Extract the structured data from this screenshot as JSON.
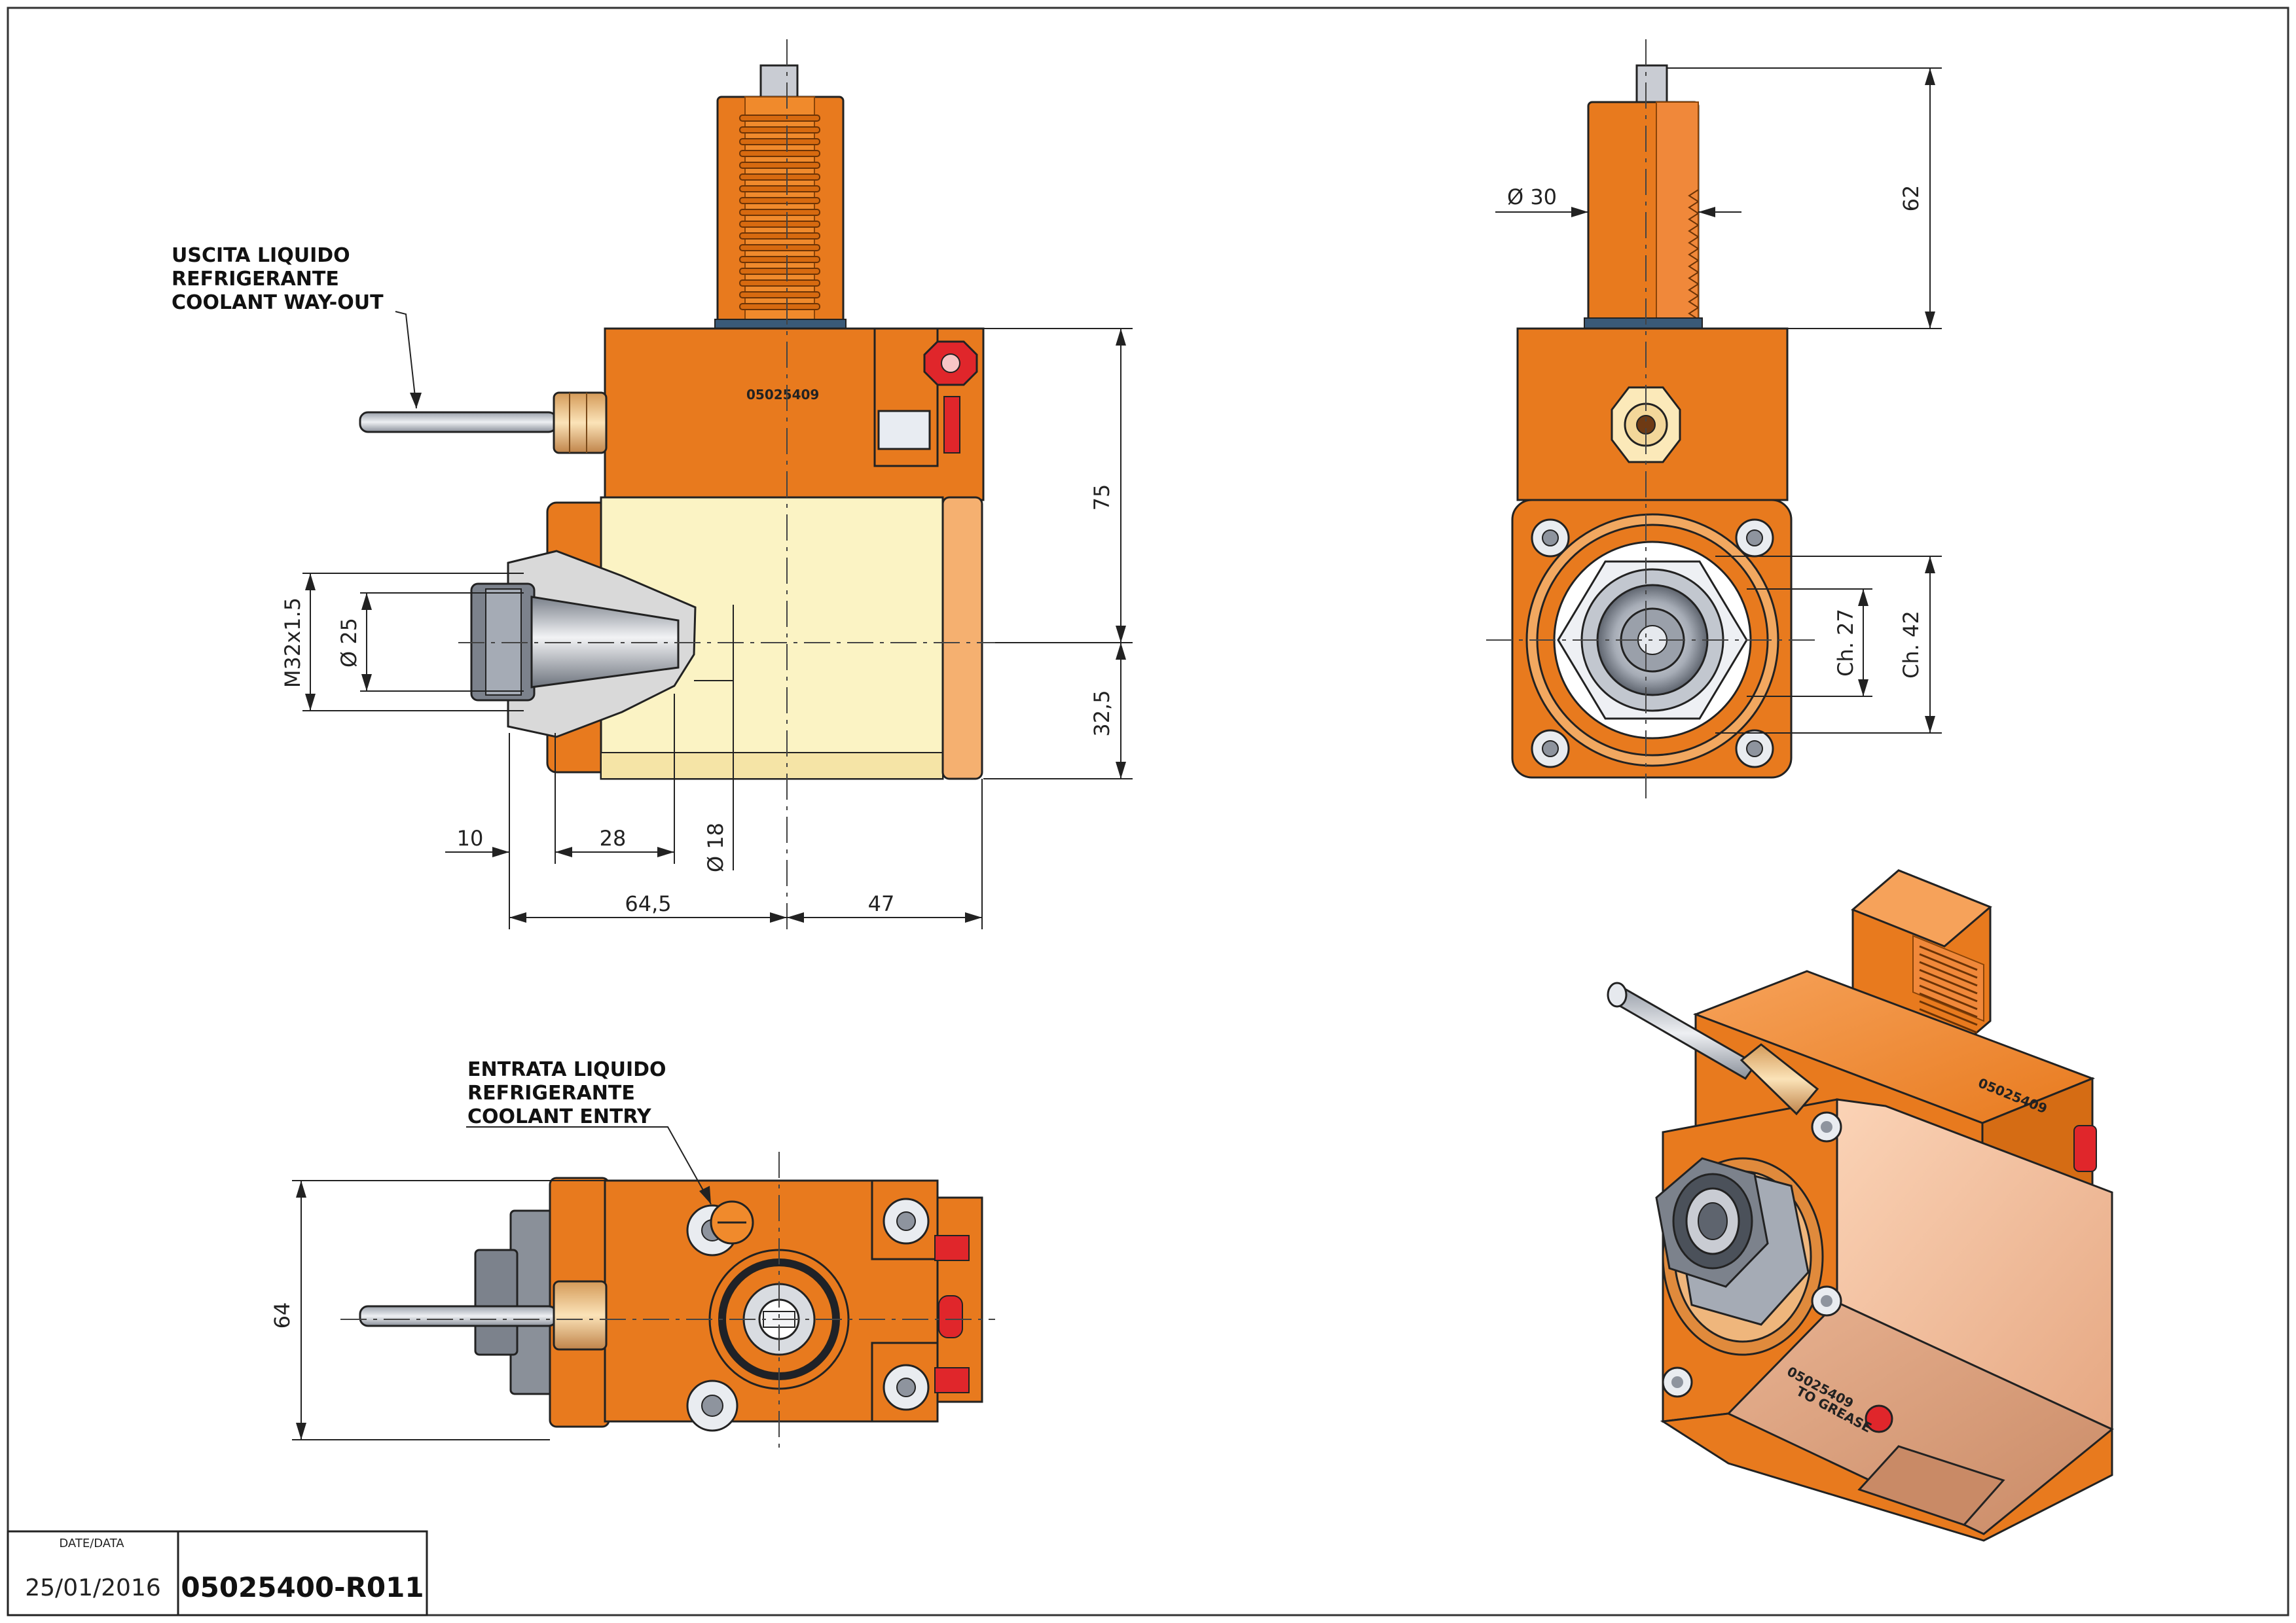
{
  "notes": {
    "coolant_out": [
      "USCITA LIQUIDO",
      "REFRIGERANTE",
      "COOLANT WAY-OUT"
    ],
    "coolant_in": [
      "ENTRATA LIQUIDO",
      "REFRIGERANTE",
      "COOLANT ENTRY"
    ]
  },
  "part_marking": "05025409",
  "iso_marking": {
    "grease": "TO GREASE",
    "serial": "05025409"
  },
  "dimensions": {
    "front": {
      "h_upper": "75",
      "h_lower": "32,5",
      "thread": "M32x1.5",
      "dia_25": "Ø 25",
      "dia_18": "Ø 18",
      "w_10": "10",
      "w_28": "28",
      "w_645": "64,5",
      "w_47": "47"
    },
    "side": {
      "dia_30": "Ø 30",
      "h_62": "62",
      "ch_27": "Ch. 27",
      "ch_42": "Ch. 42"
    },
    "bottom": {
      "h_64": "64"
    }
  },
  "title_block": {
    "date_label": "DATE/DATA",
    "date": "25/01/2016",
    "code": "05025400-R011"
  },
  "colors": {
    "orange": "#e87a1e",
    "orange_dark": "#b85a0e",
    "cream": "#fbf3c4",
    "peach": "#f5b070",
    "steel": "#c9ccd3",
    "red": "#e0262b",
    "line": "#222222"
  }
}
